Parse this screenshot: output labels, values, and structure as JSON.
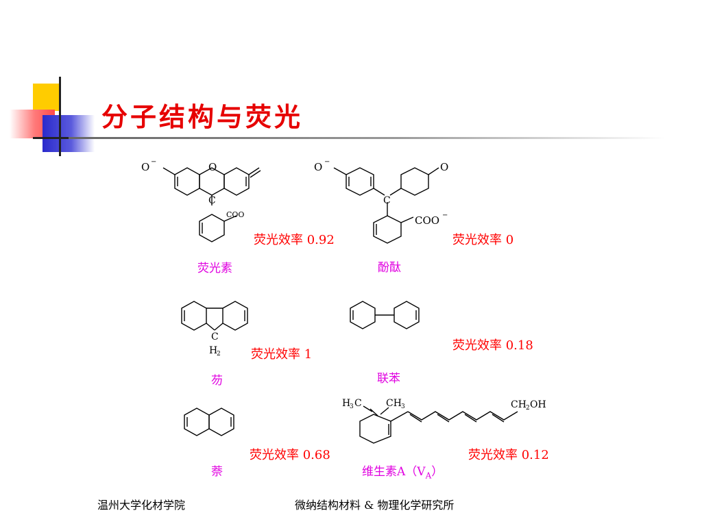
{
  "slide": {
    "title": "分子结构与荧光"
  },
  "molecules": [
    {
      "id": "fluorescein",
      "name": "荧光素",
      "efficiency": "荧光效率 0.92"
    },
    {
      "id": "phenolphthalein",
      "name": "酚酞",
      "efficiency": "荧光效率 0"
    },
    {
      "id": "fluorene",
      "name": "芴",
      "efficiency": "荧光效率 1"
    },
    {
      "id": "biphenyl",
      "name": "联苯",
      "efficiency": "荧光效率 0.18"
    },
    {
      "id": "naphthalene",
      "name": "萘",
      "efficiency": "荧光效率 0.68"
    },
    {
      "id": "vitamin-a",
      "name": "维生素A（V",
      "name_sub": "A",
      "name_end": "）",
      "efficiency": "荧光效率 0.12"
    }
  ],
  "footer": {
    "left": "温州大学化材学院",
    "right": "微纳结构材料 & 物理化学研究所"
  }
}
